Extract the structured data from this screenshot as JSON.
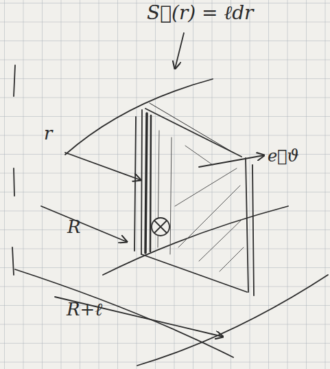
{
  "diagram": {
    "labels": [
      "S⃗(r) = ℓdr",
      "r",
      "R",
      "R+ℓ",
      "e⃗ϑ"
    ]
  }
}
